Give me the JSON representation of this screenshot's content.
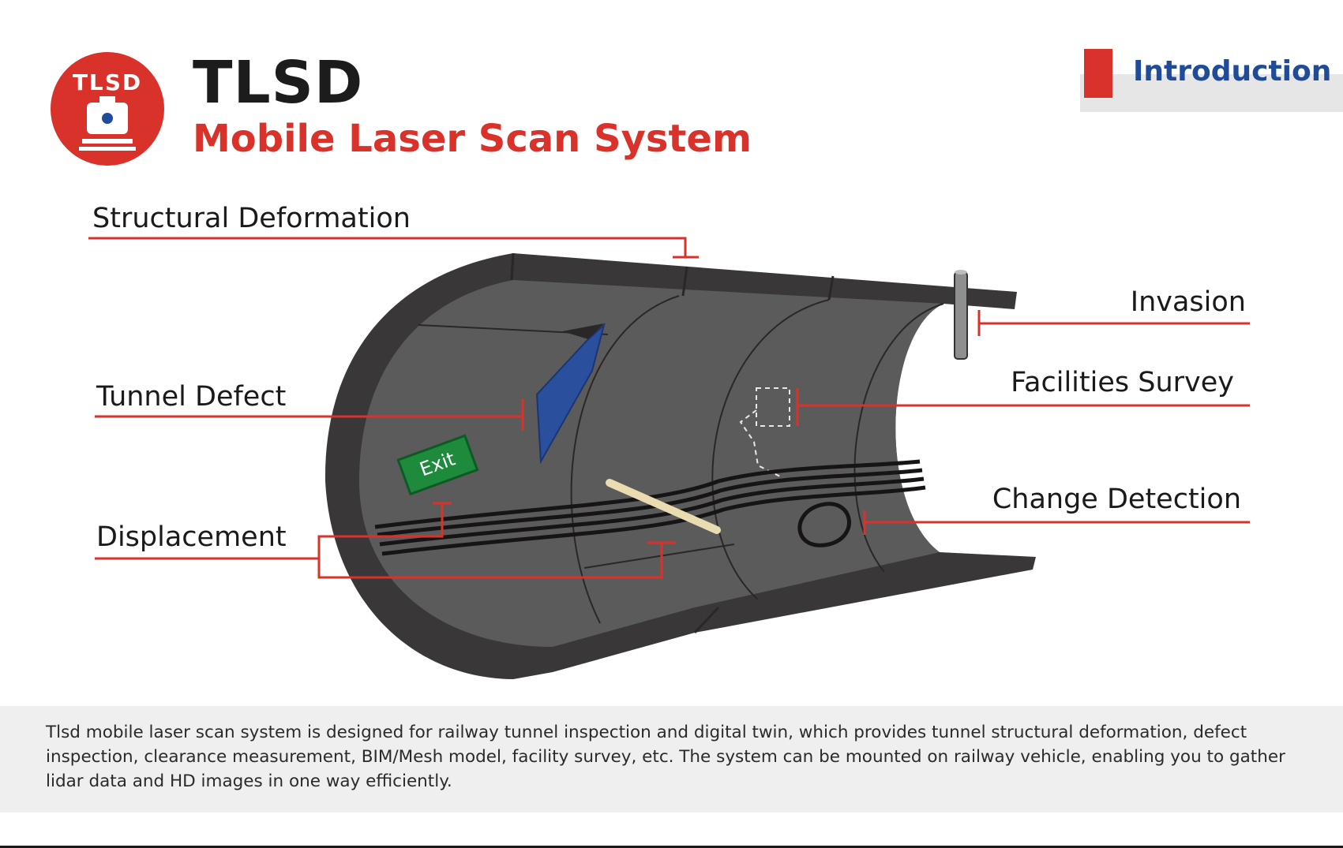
{
  "brand": {
    "logo_text": "TLSD",
    "title": "TLSD",
    "subtitle": "Mobile Laser Scan System"
  },
  "section": {
    "label": "Introduction"
  },
  "diagram": {
    "exit_sign": "Exit",
    "labels": {
      "structural_deformation": "Structural Deformation",
      "tunnel_defect": "Tunnel Defect",
      "displacement": "Displacement",
      "invasion": "Invasion",
      "facilities_survey": "Facilities Survey",
      "change_detection": "Change Detection"
    }
  },
  "description": "Tlsd mobile laser scan system is designed for railway tunnel inspection and digital twin, which provides tunnel structural deformation,  defect inspection, clearance measurement, BIM/Mesh model, facility survey, etc. The system can be mounted on railway vehicle, enabling you to gather lidar data and HD images in one way efficiently.",
  "colors": {
    "accent_red": "#d8322a",
    "intro_blue": "#1f4b98",
    "tunnel_dark": "#3a3738",
    "tunnel_inner": "#5a5a5b",
    "defect_blue": "#2a4f9c",
    "exit_green": "#1e8a3c"
  }
}
